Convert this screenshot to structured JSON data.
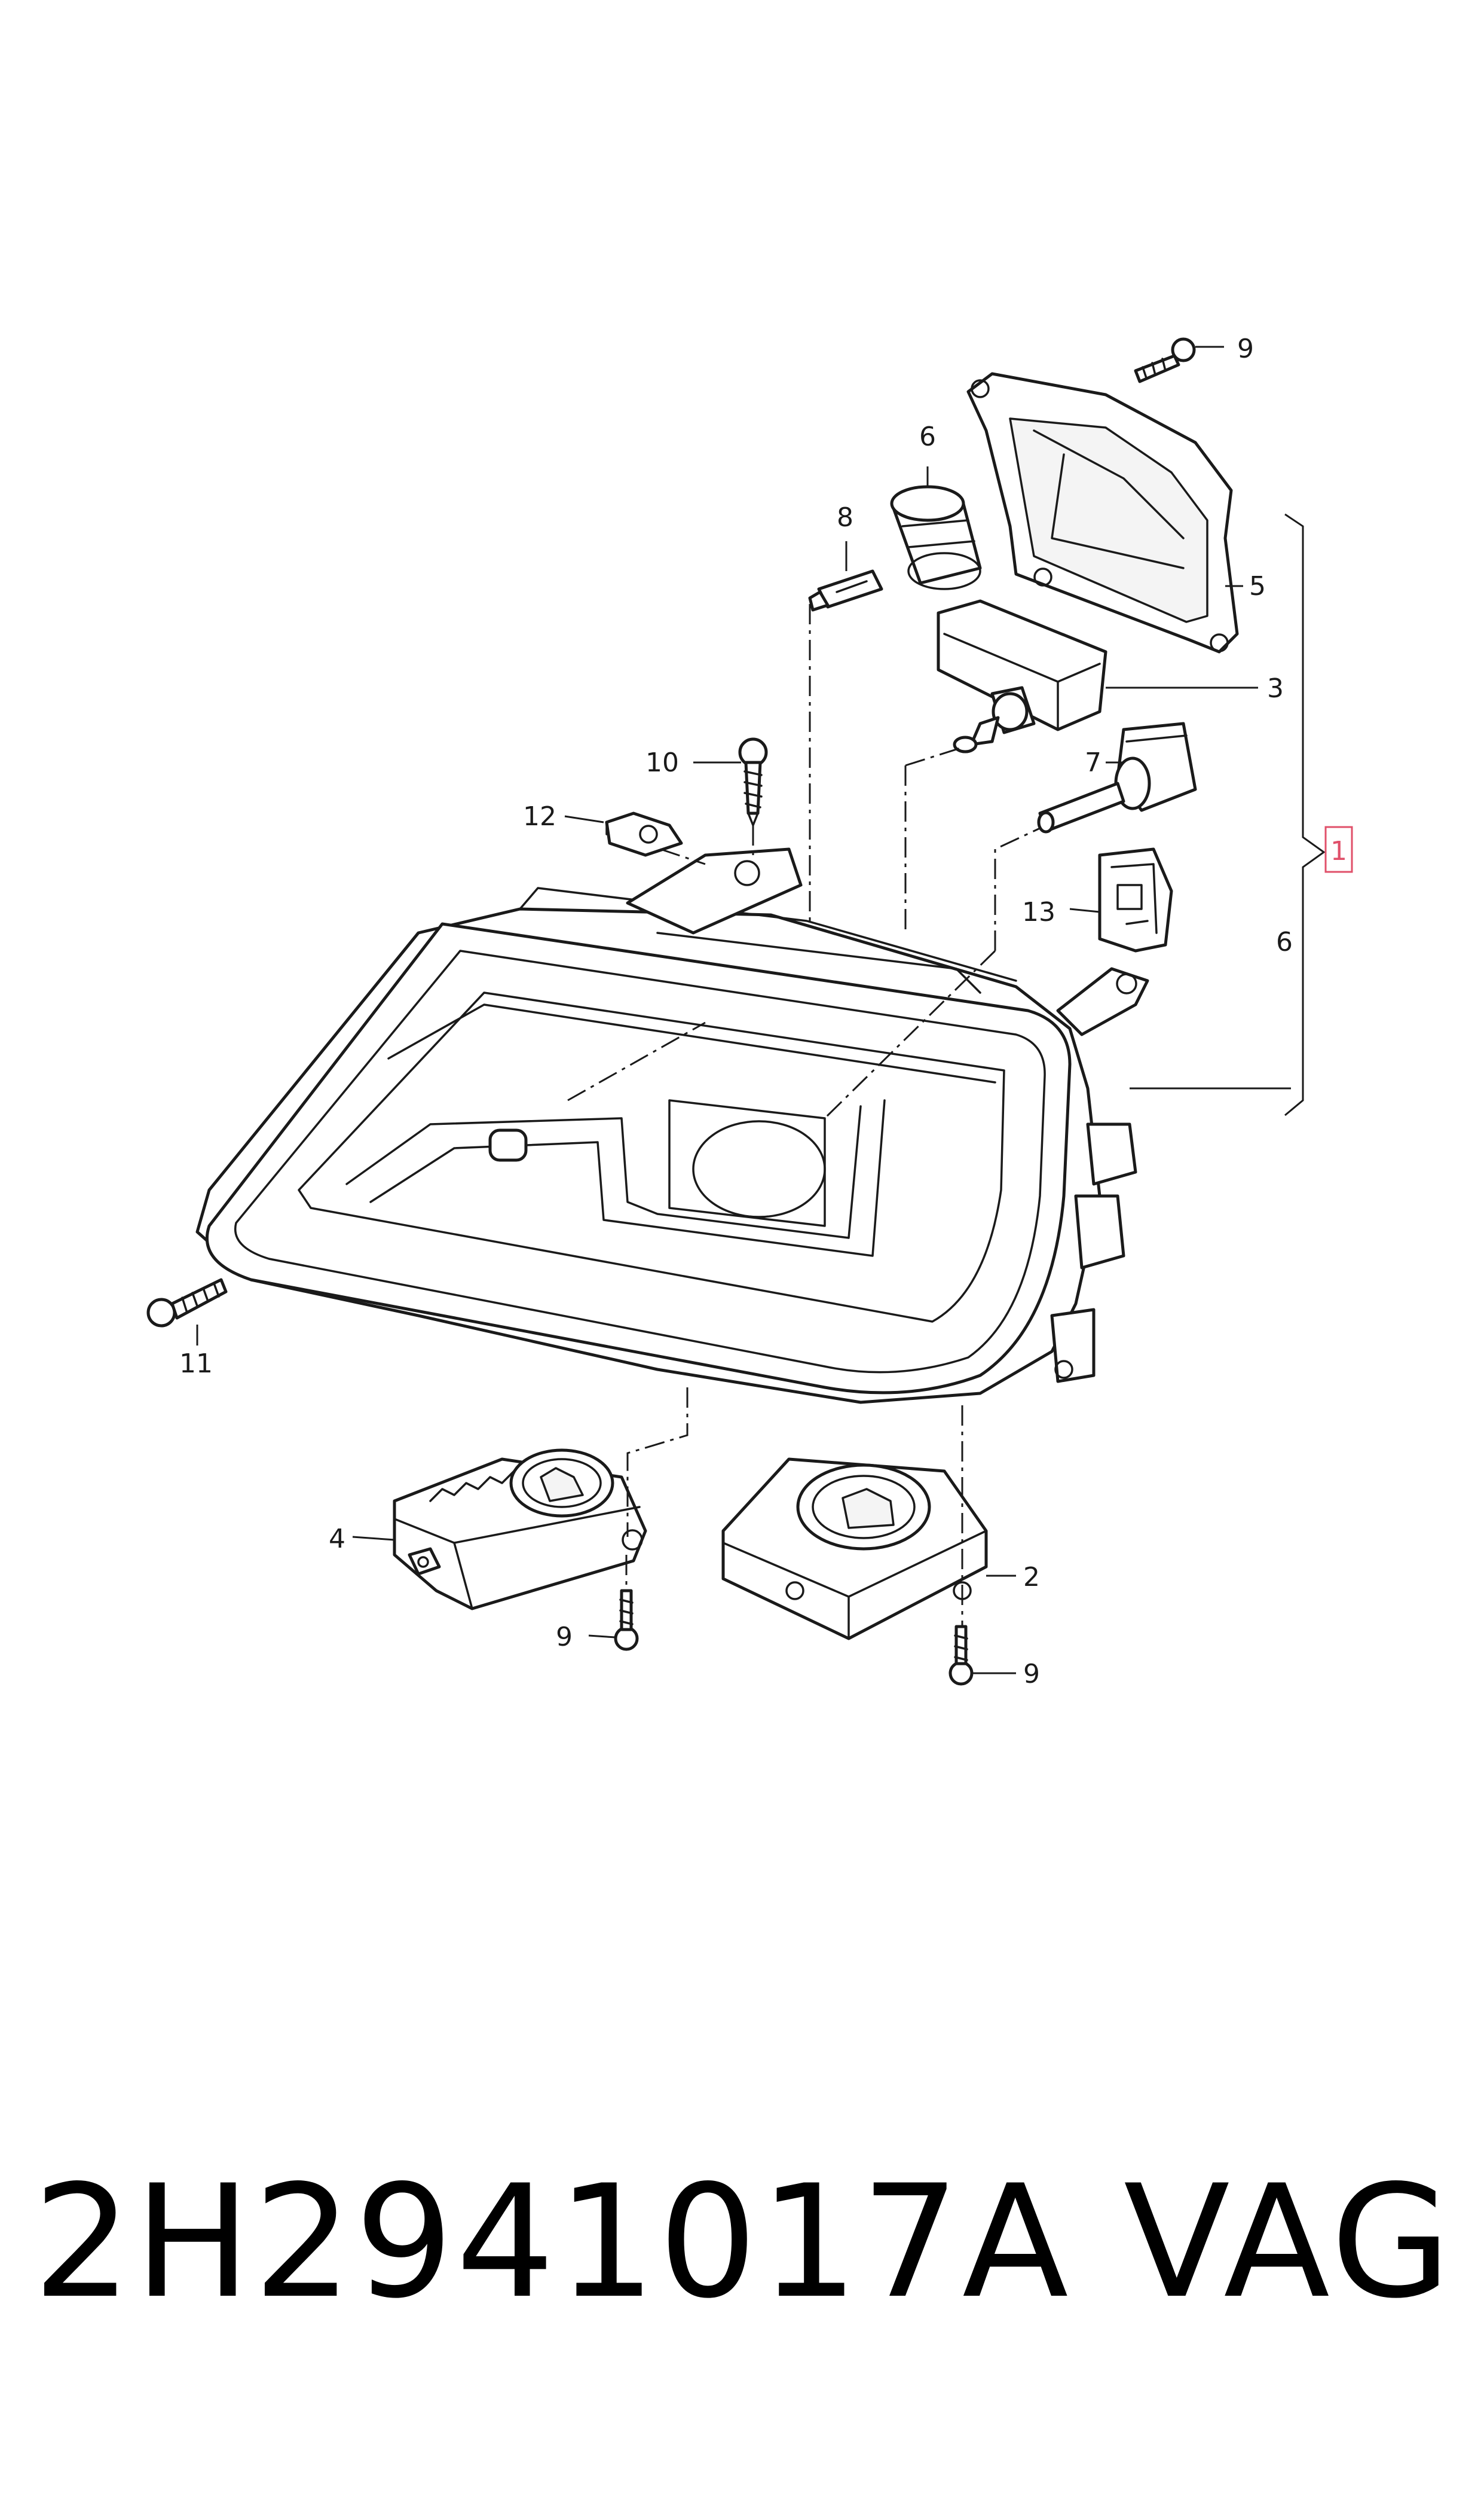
{
  "callouts": {
    "c1": "1",
    "c2": "2",
    "c3": "3",
    "c4": "4",
    "c5": "5",
    "c6a": "6",
    "c6b": "6",
    "c7": "7",
    "c8": "8",
    "c9a": "9",
    "c9b": "9",
    "c9c": "9",
    "c10": "10",
    "c11": "11",
    "c12": "12",
    "c13": "13"
  },
  "highlight_color": "#e0506a",
  "footer": {
    "part_number": "2H2941017A",
    "brand": "VAG"
  }
}
